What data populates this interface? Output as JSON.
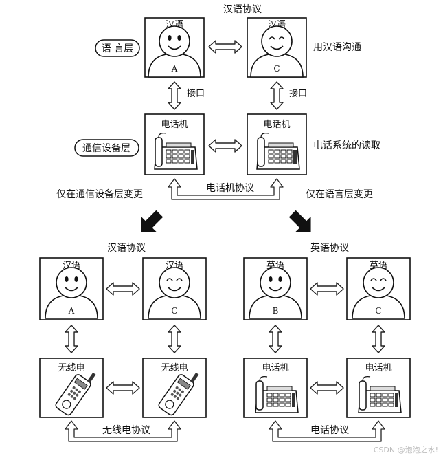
{
  "top": {
    "protocol_title": "汉语协议",
    "language_layer_label": "语 言层",
    "comm_layer_label": "通信设备层",
    "person_a": {
      "language": "汉语",
      "letter": "A"
    },
    "person_c": {
      "language": "汉语",
      "letter": "C"
    },
    "note_right_top": "用汉语沟通",
    "interface_left": "接口",
    "interface_right": "接口",
    "phone_left_title": "电话机",
    "phone_right_title": "电话机",
    "note_right_mid": "电话系统的读取",
    "phone_protocol": "电话机协议",
    "change_left": "仅在通信设备层变更",
    "change_right": "仅在语言层变更"
  },
  "bottom_left": {
    "protocol_title": "汉语协议",
    "person_a": {
      "language": "汉语",
      "letter": "A"
    },
    "person_c": {
      "language": "汉语",
      "letter": "C"
    },
    "device_left_title": "无线电",
    "device_right_title": "无线电",
    "device_protocol": "无线电协议"
  },
  "bottom_right": {
    "protocol_title": "英语协议",
    "person_b": {
      "language": "英语",
      "letter": "B"
    },
    "person_c": {
      "language": "英语",
      "letter": "C"
    },
    "device_left_title": "电话机",
    "device_right_title": "电话机",
    "device_protocol": "电话协议"
  },
  "watermark": "CSDN @泡泡之水!"
}
